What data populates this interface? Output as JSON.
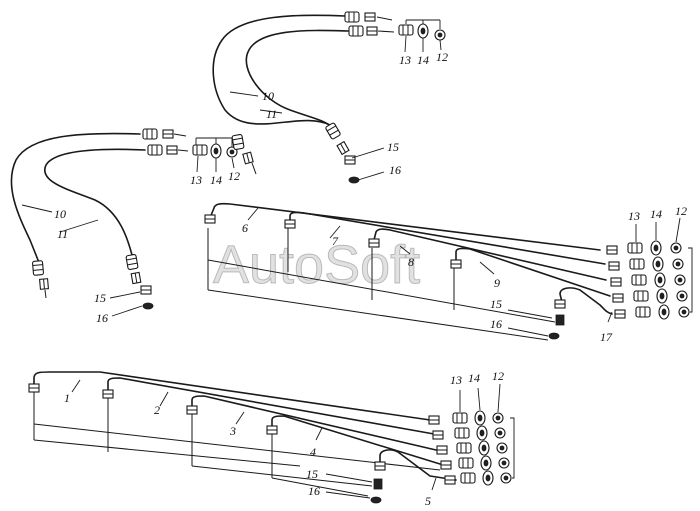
{
  "watermark": "AutoSoft",
  "callouts": {
    "c1": "1",
    "c2": "2",
    "c3": "3",
    "c4": "4",
    "c5": "5",
    "c6": "6",
    "c7": "7",
    "c8": "8",
    "c9": "9",
    "a10": "10",
    "a11": "11",
    "a12": "12",
    "a13": "13",
    "a14": "14",
    "a15": "15",
    "a16": "16",
    "b10": "10",
    "b11": "11",
    "b12": "12",
    "b13": "13",
    "b14": "14",
    "b15": "15",
    "b16": "16",
    "c12": "12",
    "c13": "13",
    "c14": "14",
    "c15": "15",
    "c16": "16",
    "c17": "17",
    "d12": "12",
    "d13": "13",
    "d14": "14",
    "d15": "15",
    "d16": "16"
  }
}
